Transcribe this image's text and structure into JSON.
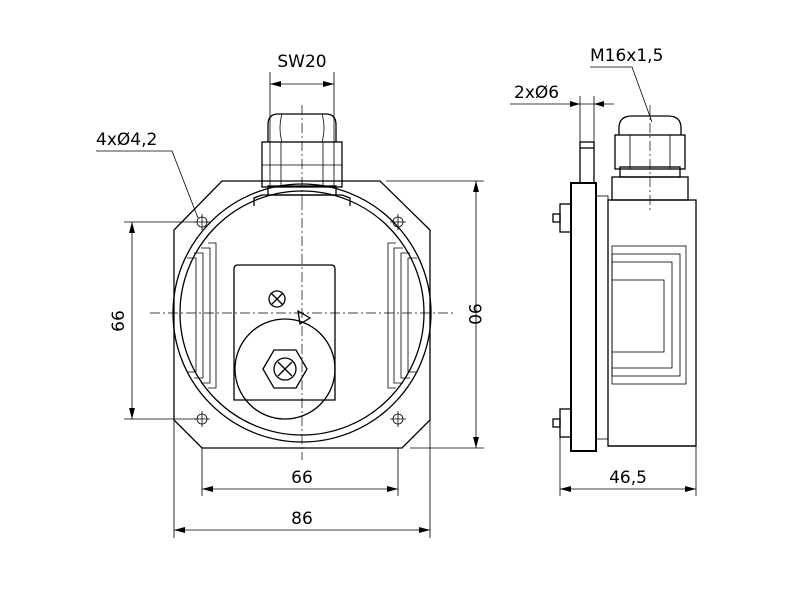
{
  "labels": {
    "sw": "SW20",
    "holes": "4xØ4,2",
    "pins": "2xØ6",
    "thread": "M16x1,5",
    "height_left": "66",
    "height_total": "90",
    "width_holes": "66",
    "width_total": "86",
    "depth": "46,5"
  },
  "icons": [
    "cross-circle-icon",
    "triangle-marker-icon",
    "hex-nut-icon"
  ]
}
